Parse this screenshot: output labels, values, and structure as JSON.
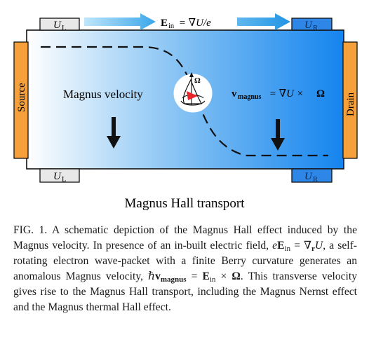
{
  "figure": {
    "top_left_contact": "U",
    "top_left_contact_sub": "L",
    "top_right_contact": "U",
    "top_right_contact_sub": "R",
    "bottom_left_contact": "U",
    "bottom_left_contact_sub": "L",
    "bottom_right_contact": "U",
    "bottom_right_contact_sub": "R",
    "field_label": {
      "E": "E",
      "E_sub": "in",
      "rhs": " = ∇U/e"
    },
    "source_label": "Source",
    "drain_label": "Drain",
    "magnus_velocity_label": "Magnus velocity",
    "vmagnus_label": {
      "v": "v",
      "v_sub": "magnus",
      "rhs": " = ∇U × ",
      "omega": "Ω"
    },
    "wavepacket_omega": "Ω",
    "figure_title": "Magnus Hall transport",
    "colors": {
      "gradient_start": "#ffffff",
      "gradient_end": "#1a8cf0",
      "contact_fill_dark": "#2e86e6",
      "contact_fill_light": "#e9e9e9",
      "electrode": "#f5a03a",
      "arrow_light": "#79c6f0",
      "arrow_dark": "#2b9ae6"
    },
    "icons": [
      "down-arrow-icon",
      "down-arrow-icon",
      "wavepacket-icon",
      "right-arrow-icon"
    ]
  },
  "caption": {
    "p1": "FIG. 1.  A schematic depiction of the Magnus Hall effect induced by the Magnus velocity. In presence of an in-built electric field, ",
    "m1_e": "e",
    "m1_E": "E",
    "m1_Esub": "in",
    "m1_mid": " = ∇",
    "m1_r": "r",
    "m1_U": "U",
    "p2": ", a self-rotating electron wave-packet with a finite Berry curvature generates an anomalous Magnus velocity, ",
    "m2_hbar": "ℏ",
    "m2_v": "v",
    "m2_vsub": "magnus",
    "m2_eq": " = ",
    "m2_E": "E",
    "m2_Esub": "in",
    "m2_times": " × ",
    "m2_omega": "Ω",
    "p3": ".  This transverse velocity gives rise to the Magnus Hall transport, including the Magnus Nernst effect and the Magnus thermal Hall effect."
  }
}
